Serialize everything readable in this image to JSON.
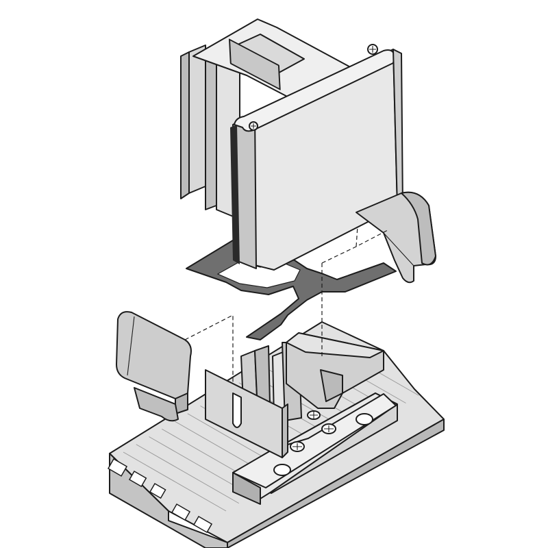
{
  "image": {
    "kind": "exploded-isometric-technical-drawing",
    "subject": "window-frame-sill-connection",
    "labels": []
  },
  "colors": {
    "background": "#ffffff",
    "outline": "#1c1c1c",
    "profile_light": "#ebebeb",
    "profile_mid": "#d2d2d2",
    "profile_dark": "#a9a9a9",
    "gasket": "#6f6f6f",
    "cap": "#c9c9c9",
    "ribs": "#9a9a9a"
  },
  "components": [
    {
      "id": "frame-profile",
      "name": "frame-profile"
    },
    {
      "id": "end-cap-right",
      "name": "end-cap"
    },
    {
      "id": "seal-gasket",
      "name": "seal-gasket"
    },
    {
      "id": "end-cap-left",
      "name": "end-cap"
    },
    {
      "id": "connector-insert",
      "name": "connector"
    },
    {
      "id": "mounting-block",
      "name": "mounting-block"
    },
    {
      "id": "sill-profile",
      "name": "sill-profile"
    }
  ],
  "icons": [
    "screw-head-icon"
  ]
}
